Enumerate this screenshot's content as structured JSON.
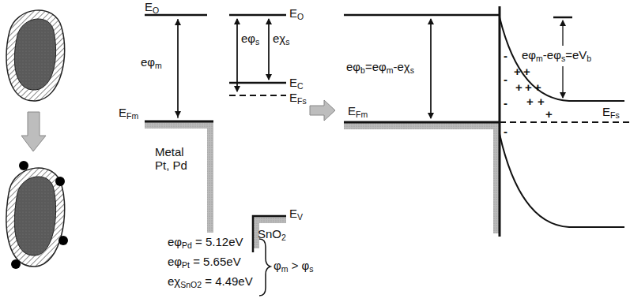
{
  "diagram": {
    "labels": [
      "EO",
      "eφm",
      "EFm",
      "Metal Pt, Pd",
      "EO",
      "eφs",
      "eχs",
      "EC",
      "EFs",
      "EV",
      "SnO2",
      "eφPd = 5.12eV",
      "eφPt = 5.65eV",
      "eχSnO2 = 4.49eV",
      "φm > φs",
      "eφb=eφm-eχs",
      "eφm-eφs=eVb",
      "EFm",
      "EFs",
      "-",
      "-",
      "-",
      "-",
      "+",
      "+",
      "+",
      "+",
      "+",
      "+",
      "+",
      "+"
    ]
  }
}
